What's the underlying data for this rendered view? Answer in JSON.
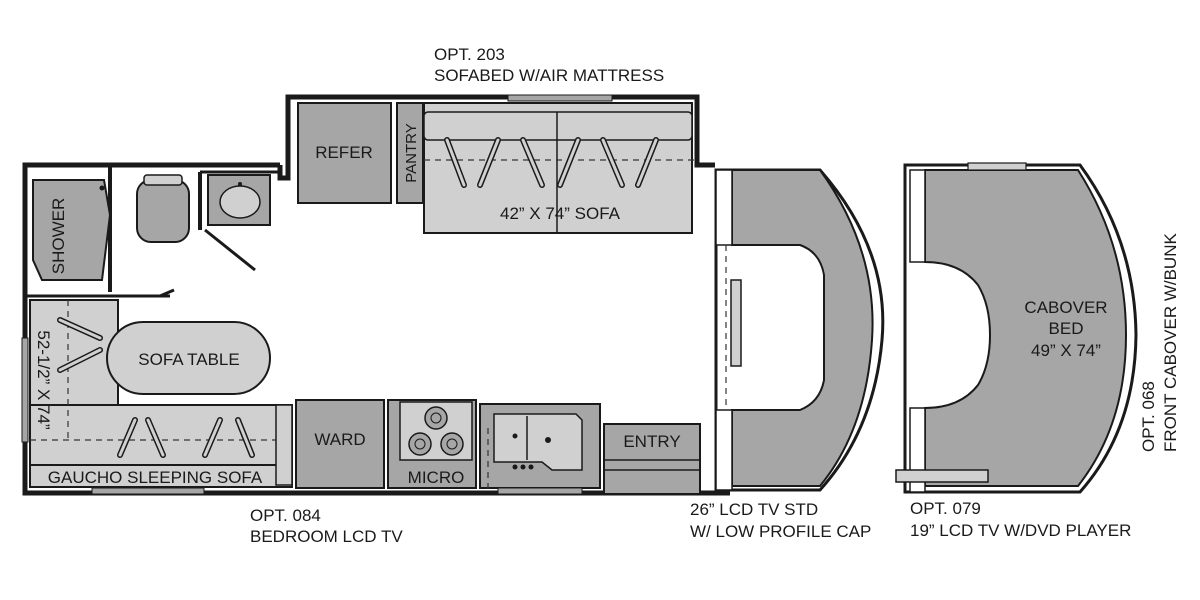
{
  "callouts": {
    "opt_203_code": "OPT. 203",
    "opt_203_desc": "SOFABED W/AIR MATTRESS",
    "opt_084_code": "OPT. 084",
    "opt_084_desc": "BEDROOM LCD TV",
    "tv_std_line1": "26” LCD TV STD",
    "tv_std_line2": "W/ LOW PROFILE CAP",
    "opt_079_code": "OPT. 079",
    "opt_079_desc": "19” LCD TV W/DVD PLAYER",
    "opt_068_code": "OPT. 068",
    "opt_068_desc": "FRONT CABOVER W/BUNK"
  },
  "rooms": {
    "shower": "SHOWER",
    "refer": "REFER",
    "pantry": "PANTRY",
    "sofa": "42” X 74” SOFA",
    "sofa_table": "SOFA TABLE",
    "rear_bed_dim": "52-1/2” X 74”",
    "gaucho": "GAUCHO SLEEPING SOFA",
    "ward": "WARD",
    "micro": "MICRO",
    "entry": "ENTRY",
    "cabover_line1": "CABOVER",
    "cabover_line2": "BED",
    "cabover_dim": "49” X 74”"
  },
  "colors": {
    "wall": "#1a1a1a",
    "fixture": "#a6a6a6",
    "fixture_light": "#d0d0d0",
    "floor": "#ffffff"
  }
}
